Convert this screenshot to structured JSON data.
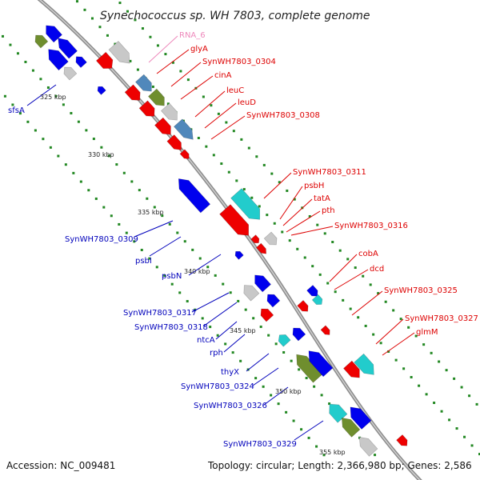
{
  "title": "Synechococcus sp. WH 7803, complete genome",
  "footer": {
    "accession": "Accession: NC_009481",
    "topology": "Topology: circular; Length: 2,366,980 bp; Genes: 2,586"
  },
  "kbp_ticks": [
    "325 kbp",
    "330 kbp",
    "335 kbp",
    "340 kbp",
    "345 kbp",
    "350 kbp",
    "355 kbp"
  ],
  "gene_labels_forward": [
    "RNA_6",
    "glyA",
    "SynWH7803_0304",
    "cinA",
    "leuC",
    "leuD",
    "SynWH7803_0308",
    "SynWH7803_0311",
    "psbH",
    "tatA",
    "pth",
    "SynWH7803_0316",
    "cobA",
    "dcd",
    "SynWH7803_0325",
    "SynWH7803_0327",
    "glmM"
  ],
  "gene_labels_reverse": [
    "sfsA",
    "SynWH7803_0309",
    "psbI",
    "psbN",
    "SynWH7803_0317",
    "SynWH7803_0318",
    "ntcA",
    "rph",
    "thyX",
    "SynWH7803_0324",
    "SynWH7803_0326",
    "SynWH7803_0329"
  ],
  "colors": {
    "forward_label": "#dd0000",
    "reverse_label": "#0000bb",
    "rna_label": "#ee88bb",
    "backbone": "#8c8c8c",
    "tick": "#228822",
    "gene_red": "#ee0000",
    "gene_blue": "#0000ee",
    "gene_cyan": "#22cccc",
    "gene_olive": "#6f8e2e",
    "gene_steel": "#5088bb",
    "gene_gray": "#c8c8c8"
  }
}
